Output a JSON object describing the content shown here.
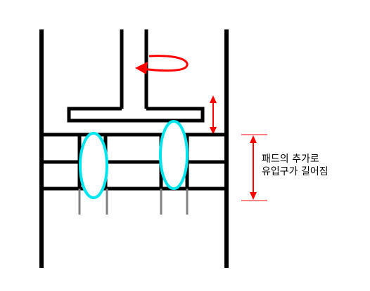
{
  "annotation": {
    "line1": "패드의 추가로",
    "line2": "유입구가 길어짐"
  },
  "colors": {
    "structure": "#000000",
    "rotation_arrow": "#ff0000",
    "dimension_arrow": "#ff0000",
    "bubble_outline": "#00e5ee",
    "pins": "#808080"
  },
  "icons": {
    "rotation": "circular-rotation-arrow",
    "gap": "double-headed-vertical-arrow",
    "length": "double-headed-vertical-arrow-with-extension-lines"
  }
}
